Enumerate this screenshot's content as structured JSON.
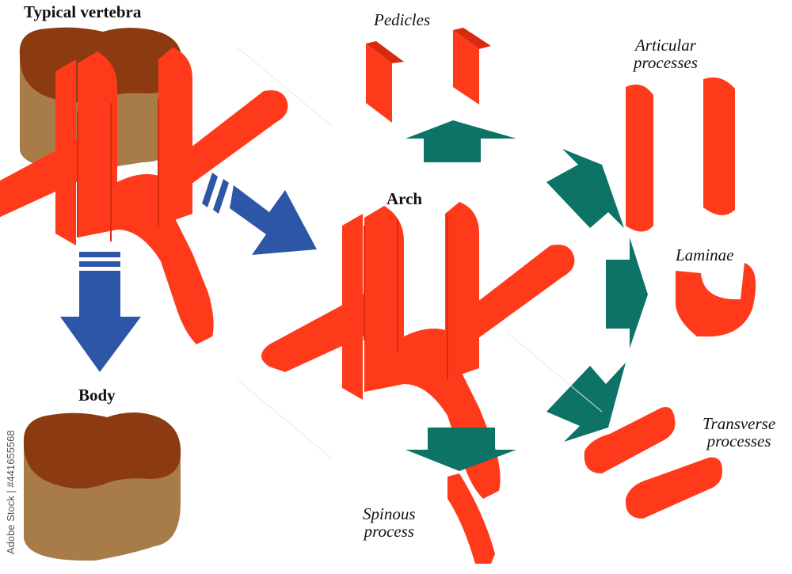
{
  "labels": {
    "typical_vertebra": "Typical vertebra",
    "body": "Body",
    "arch": "Arch",
    "pedicles": "Pedicles",
    "articular_processes_line1": "Articular",
    "articular_processes_line2": "processes",
    "laminae": "Laminae",
    "transverse_processes_line1": "Transverse",
    "transverse_processes_line2": "processes",
    "spinous_process_line1": "Spinous",
    "spinous_process_line2": "process"
  },
  "watermark": "Adobe Stock | #441655568",
  "colors": {
    "bone_red": "#ff3a1a",
    "bone_red_dark": "#d92a10",
    "body_top": "#8c3a12",
    "body_side": "#a87c48",
    "arrow_blue": "#2d57a6",
    "arrow_teal": "#0c7366"
  }
}
